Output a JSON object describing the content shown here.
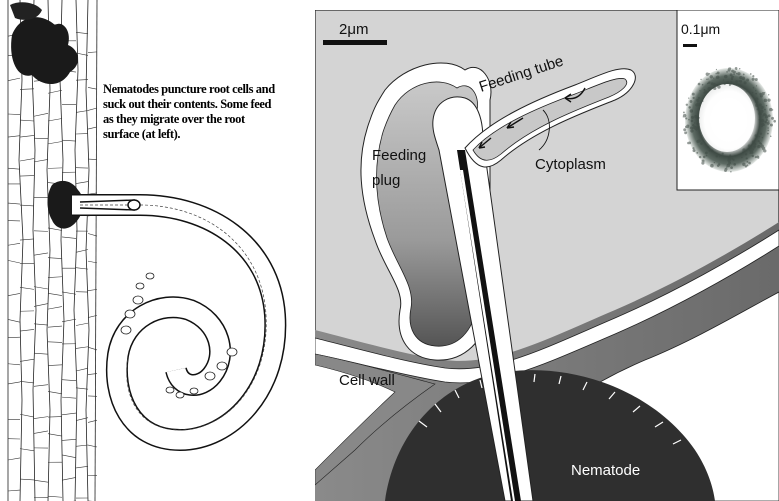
{
  "left_panel": {
    "caption_lines": [
      "Nematodes puncture root cells and",
      "suck out their contents. Some feed",
      "as they migrate over the root",
      "surface (at left)."
    ]
  },
  "right_panel": {
    "scale_bar_main": "2μm",
    "scale_bar_inset": "0.1μm",
    "labels": {
      "feeding_tube": "Feeding tube",
      "cytoplasm": "Cytoplasm",
      "feeding_plug_line1": "Feeding",
      "feeding_plug_line2": "plug",
      "cell_wall": "Cell wall",
      "nematode": "Nematode"
    }
  }
}
